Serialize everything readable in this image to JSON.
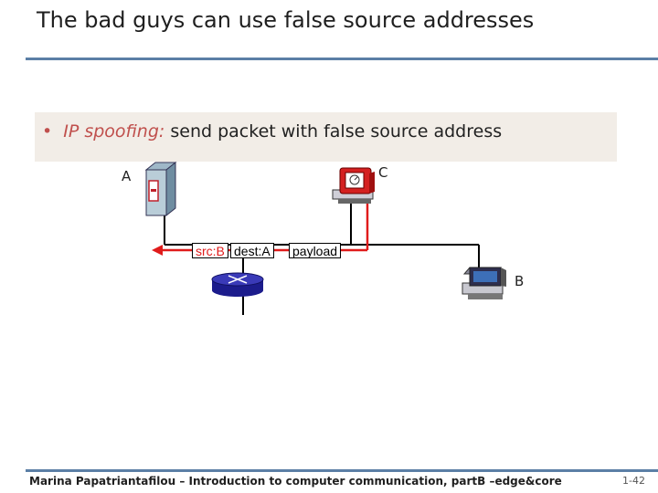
{
  "slide": {
    "title": "The bad guys can use false source addresses",
    "bullet": {
      "term": "IP spoofing:",
      "text": "send packet with false source address"
    }
  },
  "diagram": {
    "hosts": {
      "a": "A",
      "b": "B",
      "c": "C"
    },
    "packet": {
      "src": "src:B",
      "dest": "dest:A",
      "payload": "payload"
    },
    "colors": {
      "attack_path": "#e01b1b",
      "normal_link": "#000000",
      "router": "#1c1c8c",
      "accent": "#5b7fa6"
    }
  },
  "footer": {
    "text": "Marina Papatriantafilou –  Introduction to computer communication, partB –edge&core",
    "page": "1-42"
  }
}
